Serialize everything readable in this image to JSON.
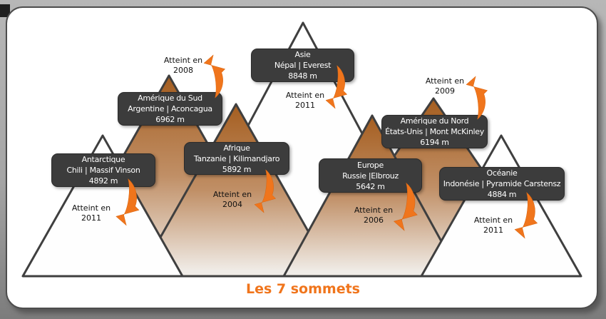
{
  "title": "Les 7 sommets",
  "labels": {
    "reached": "Atteint en"
  },
  "colors": {
    "accent": "#F0751C",
    "box-bg": "#3C3C3C",
    "box-border": "#2B2B2B",
    "box-text": "#FFFFFF",
    "outline": "#3F3F3F",
    "brown-top": "#A55E20",
    "brown-mid": "#C08F66",
    "brown-bottom": "#F0ECE7",
    "mountain-white": "#FEFEFE",
    "ink": "#111111",
    "frame-top": "#B7B7B7",
    "frame-bottom": "#7C7C7C"
  },
  "summits": [
    {
      "name": "massif-vinson",
      "continent": "Antarctique",
      "country_peak": "Chili | Massif Vinson",
      "altitude": "4892 m",
      "reached_year": "2011"
    },
    {
      "name": "aconcagua",
      "continent": "Amérique du Sud",
      "country_peak": "Argentine | Aconcagua",
      "altitude": "6962 m",
      "reached_year": "2008"
    },
    {
      "name": "kilimandjaro",
      "continent": "Afrique",
      "country_peak": "Tanzanie | Kilimandjaro",
      "altitude": "5892 m",
      "reached_year": "2004"
    },
    {
      "name": "everest",
      "continent": "Asie",
      "country_peak": "Népal | Everest",
      "altitude": "8848 m",
      "reached_year": "2011"
    },
    {
      "name": "mont-mckinley",
      "continent": "Amérique du Nord",
      "country_peak": "États-Unis | Mont McKinley",
      "altitude": "6194 m",
      "reached_year": "2009"
    },
    {
      "name": "elbrouz",
      "continent": "Europe",
      "country_peak": "Russie |Elbrouz",
      "altitude": "5642 m",
      "reached_year": "2006"
    },
    {
      "name": "pyramide-carstensz",
      "continent": "Océanie",
      "country_peak": "Indonésie | Pyramide Carstensz",
      "altitude": "4884 m",
      "reached_year": "2011"
    }
  ]
}
